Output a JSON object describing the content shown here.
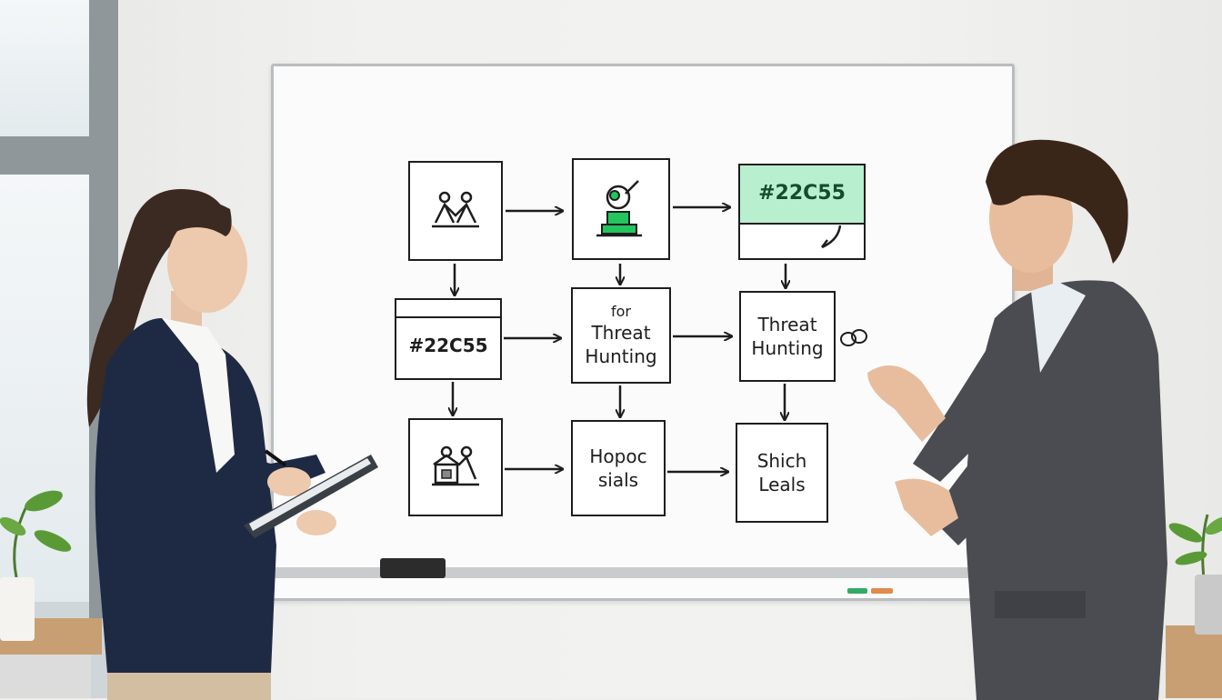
{
  "whiteboard": {
    "nodes": {
      "r2c1": "#22C55",
      "r1c3": "#22C55",
      "r2c2_top": "for",
      "r2c2_main": "Threat\nHunting",
      "r2c3": "Threat\nHunting",
      "r3c2": "Hopoc\nsials",
      "r3c3": "Shich\nLeals"
    }
  },
  "colors": {
    "accent_green": "#22c55e",
    "highlight": "#b8f0cf",
    "ink": "#1d1d1d"
  }
}
